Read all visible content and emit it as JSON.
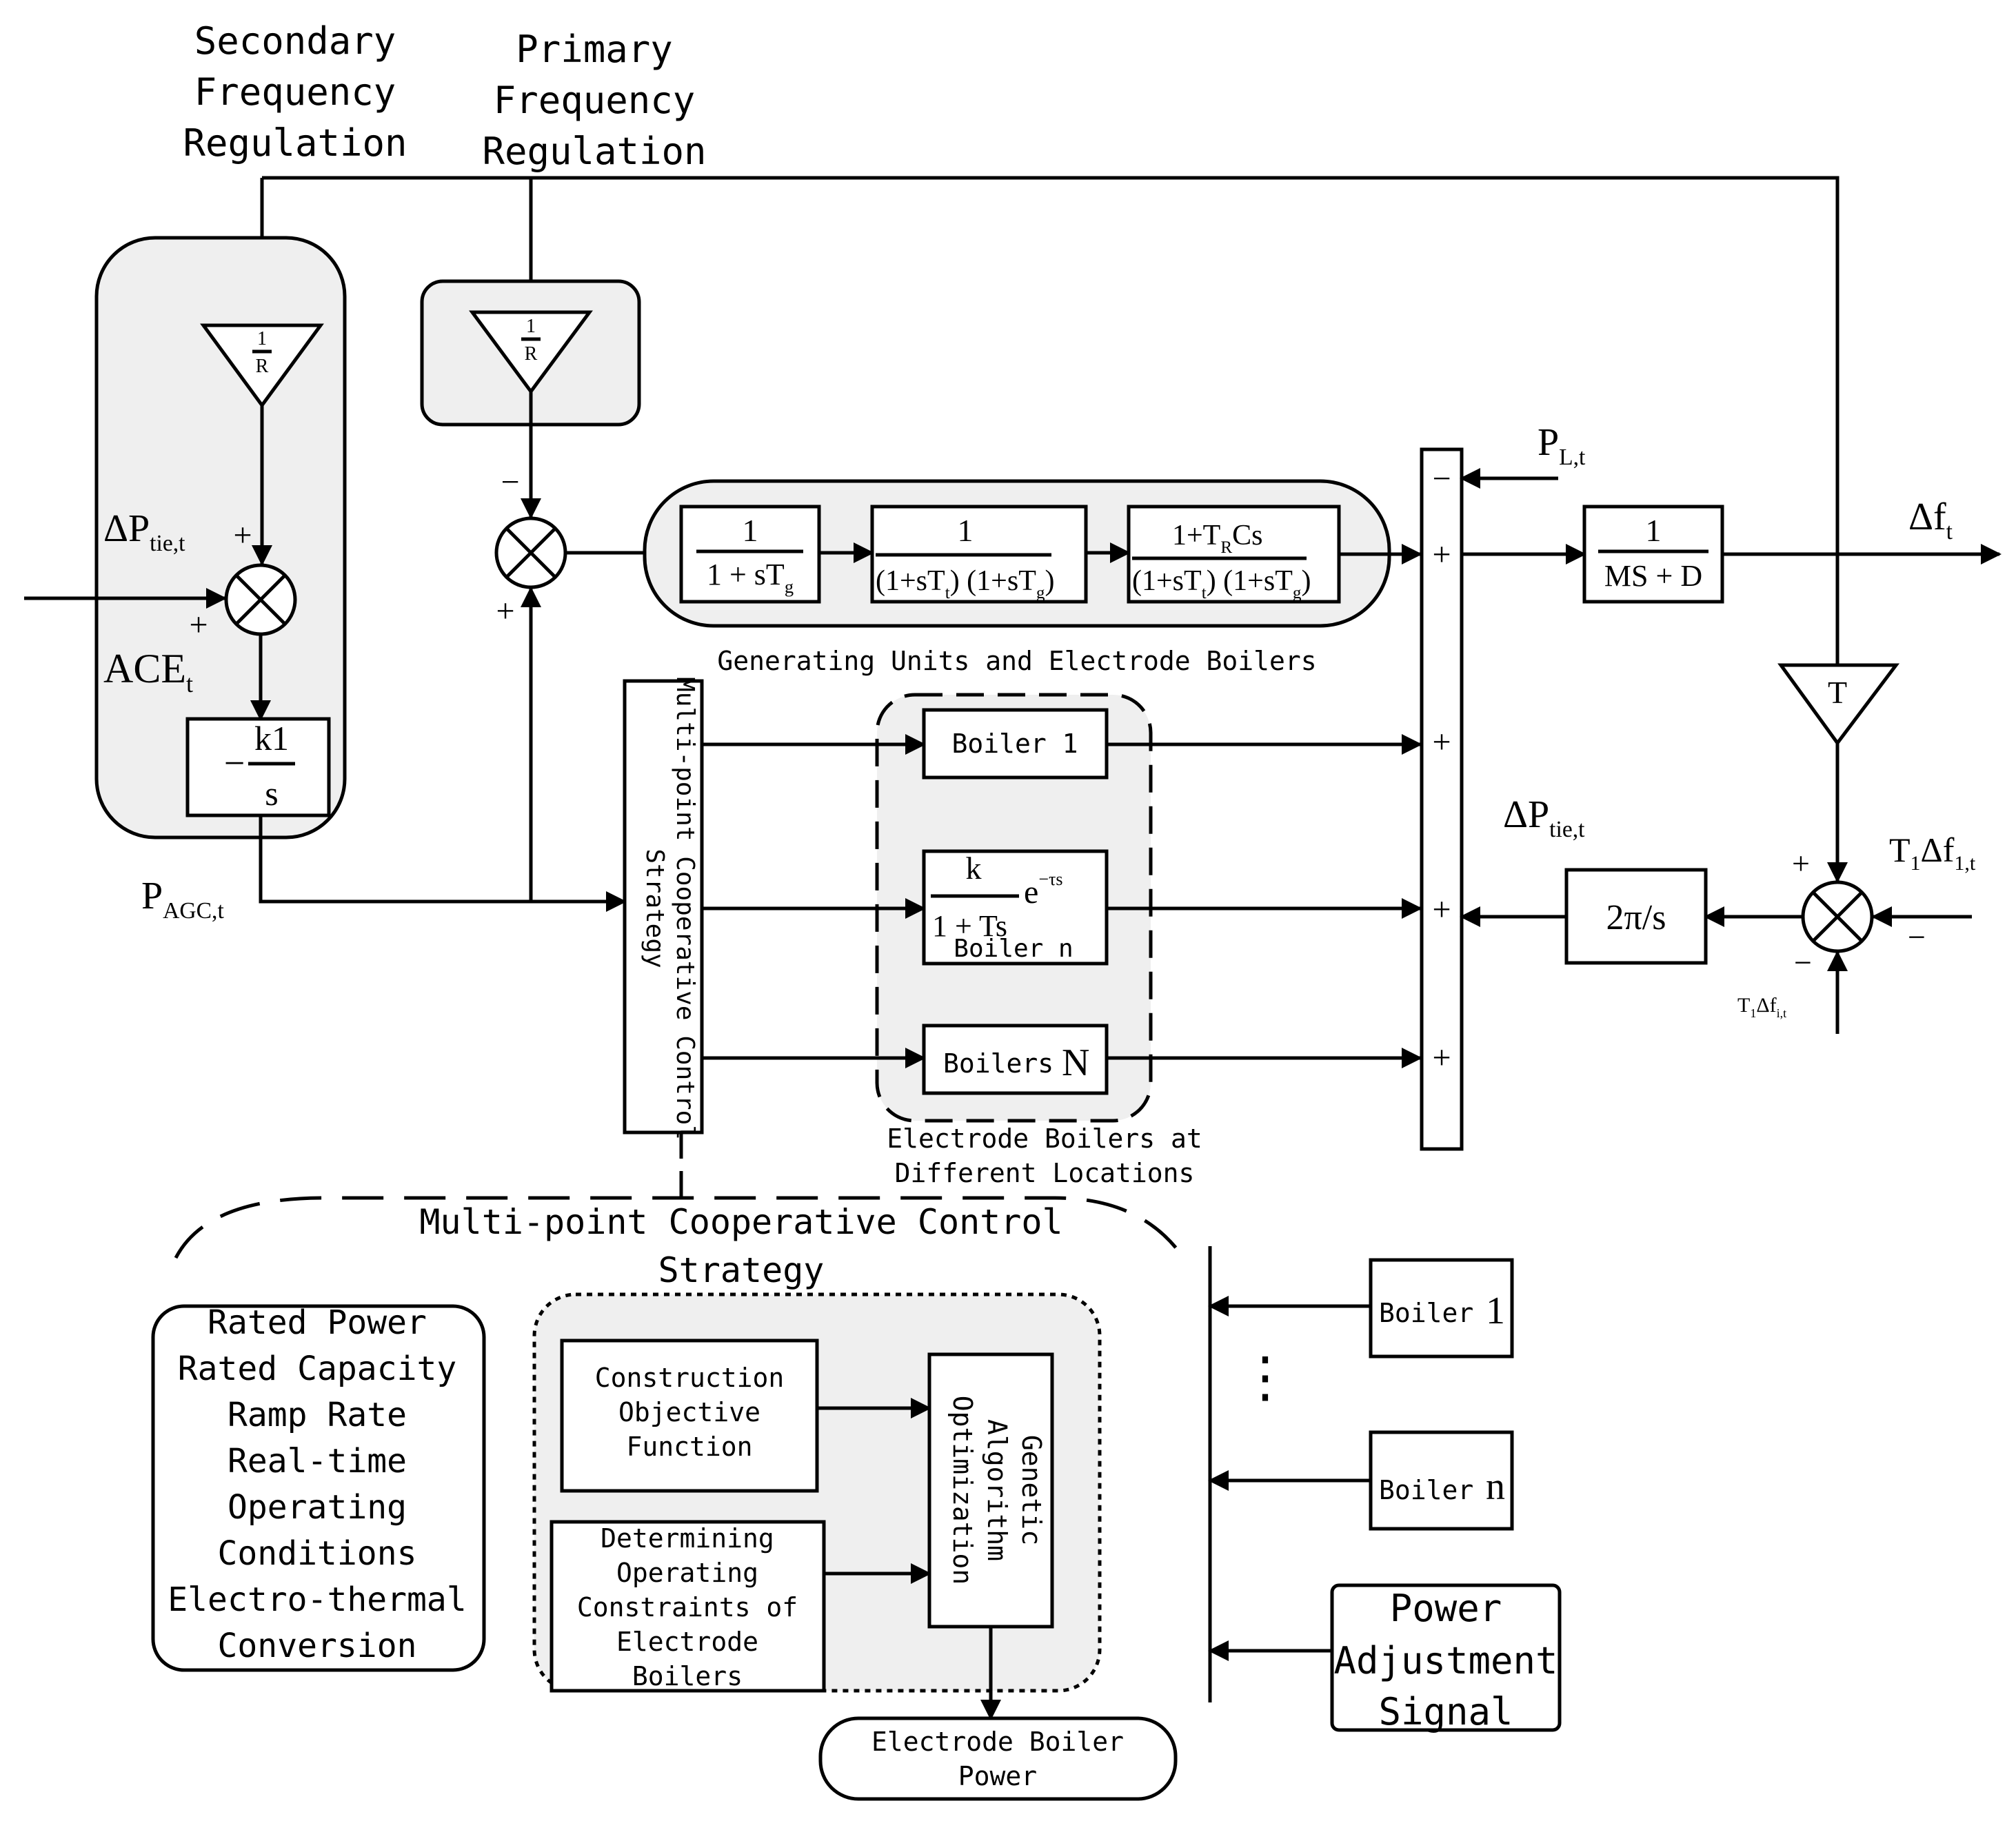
{
  "labels": {
    "secondary": [
      "Secondary",
      "Frequency",
      "Regulation"
    ],
    "primary": [
      "Primary",
      "Frequency",
      "Regulation"
    ],
    "one": "1",
    "r": "R",
    "k1": "k1",
    "s": "s",
    "minus": "−",
    "plus": "+",
    "delta_p_tie": "ΔP",
    "tie_sub": "tie,t",
    "ace": "ACE",
    "t_sub": "t",
    "p_agc": "P",
    "agc_sub": "AGC,t",
    "gen_tf1_den": "1 + sT",
    "g_sub": "g",
    "gen_tf2_den": "(1+sT",
    "gen_tf3_num": "1+T",
    "r_sub": "R",
    "cs": "Cs",
    "close_paren_open": ") (1+sT",
    "close": ")",
    "gen_caption": "Generating Units and Electrode Boilers",
    "p_l": "P",
    "l_sub": "L,t",
    "ms_d": "MS + D",
    "delta_f": "Δf",
    "T": "T",
    "two_pi_s": "2π/s",
    "t1": "T",
    "one_sub": "1",
    "df": "Δf",
    "one_t_sub": "1,t",
    "i_t_sub": "i,t",
    "mpcc_vertical": [
      "Multi-point Cooperative Control",
      "Strategy"
    ],
    "boiler_1": "Boiler 1",
    "k": "k",
    "e": "e",
    "e_exp": "−τs",
    "one_ts": "1 + Ts",
    "boiler_n_lower": "Boiler n",
    "boilers_n": "Boilers",
    "big_n": "N",
    "eb_caption": [
      "Electrode Boilers at",
      "Different Locations"
    ],
    "mpcc_title": [
      "Multi-point Cooperative Control",
      "Strategy"
    ],
    "params": [
      "Rated Power",
      "Rated Capacity",
      "Ramp Rate",
      "Real-time",
      "Operating",
      "Conditions",
      "Electro-thermal",
      "Conversion"
    ],
    "construction": [
      "Construction",
      "Objective",
      "Function"
    ],
    "determining": [
      "Determining",
      "Operating",
      "Constraints of",
      "Electrode",
      "Boilers"
    ],
    "ga": [
      "Genetic",
      "Algorithm",
      "Optimization"
    ],
    "eb_power": [
      "Electrode Boiler",
      "Power"
    ],
    "dots": "⋮",
    "right_boiler": "Boiler",
    "right_one": "1",
    "right_n": "n",
    "power_adj": [
      "Power",
      "Adjustment",
      "Signal"
    ]
  }
}
